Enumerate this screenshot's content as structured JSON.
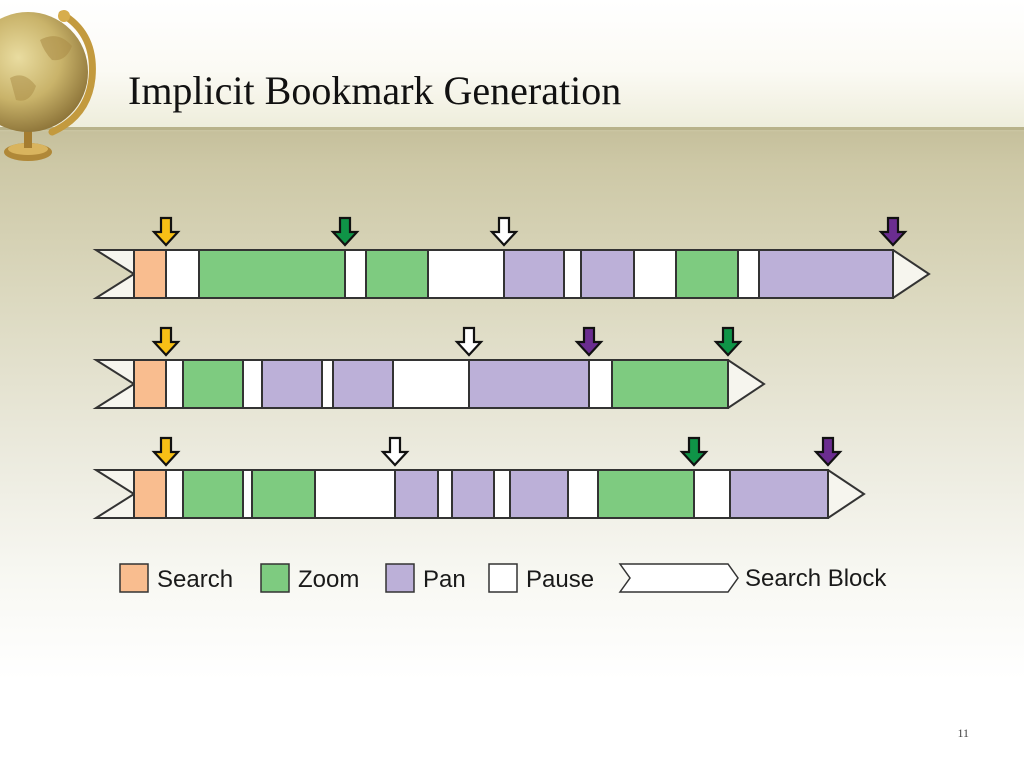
{
  "slide": {
    "title": "Implicit Bookmark Generation",
    "page_number": "11"
  },
  "colors": {
    "search": "#f9bd8f",
    "zoom": "#7ecb80",
    "pan": "#bcb0d8",
    "pause": "#ffffff",
    "block_fill": "#f6f5ee",
    "outline": "#333333",
    "arrow_search": "#f7c016",
    "arrow_zoom": "#0f9447",
    "arrow_pan": "#6b2d90",
    "arrow_pause": "#ffffff"
  },
  "diagram": {
    "timelines": [
      {
        "segments": [
          "search",
          "pause",
          "zoom",
          "pause",
          "zoom",
          "pause",
          "pan",
          "pause",
          "pan",
          "pause",
          "zoom",
          "pause",
          "pan"
        ],
        "bookmarks": [
          {
            "kind": "search",
            "after_segment": 0
          },
          {
            "kind": "zoom",
            "after_segment": 2
          },
          {
            "kind": "pause",
            "after_segment": 5
          },
          {
            "kind": "pan",
            "after_segment": 12
          }
        ]
      },
      {
        "segments": [
          "search",
          "pause",
          "zoom",
          "pause",
          "pan",
          "pause",
          "pan",
          "pause",
          "pan",
          "pause",
          "zoom"
        ],
        "bookmarks": [
          {
            "kind": "search",
            "after_segment": 0
          },
          {
            "kind": "pause",
            "after_segment": 7
          },
          {
            "kind": "pan",
            "after_segment": 8
          },
          {
            "kind": "zoom",
            "after_segment": 10
          }
        ]
      },
      {
        "segments": [
          "search",
          "pause",
          "zoom",
          "pause",
          "zoom",
          "pause",
          "pan",
          "pause",
          "pan",
          "pause",
          "pan",
          "pause",
          "zoom",
          "pause",
          "pan"
        ],
        "bookmarks": [
          {
            "kind": "search",
            "after_segment": 0
          },
          {
            "kind": "pause",
            "after_segment": 5
          },
          {
            "kind": "zoom",
            "after_segment": 12
          },
          {
            "kind": "pan",
            "after_segment": 14
          }
        ]
      }
    ]
  },
  "legend": {
    "search": "Search",
    "zoom": "Zoom",
    "pan": "Pan",
    "pause": "Pause",
    "search_block": "Search Block"
  }
}
